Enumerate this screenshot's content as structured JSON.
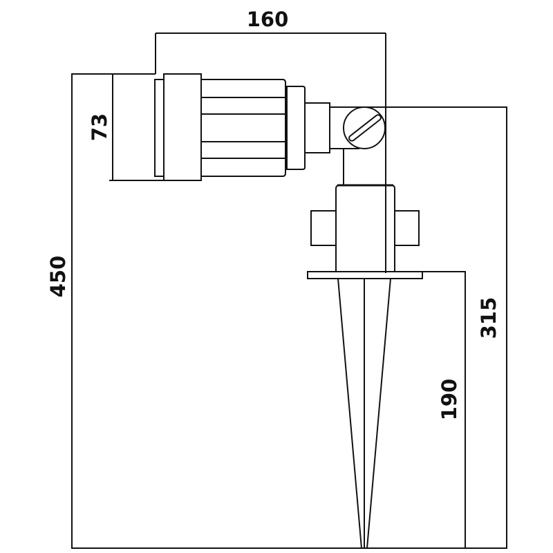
{
  "title": "Spike spotlight dimension drawing",
  "dimensions": {
    "width_top": "160",
    "head_height": "73",
    "total_height": "450",
    "height_to_joint": "315",
    "spike_length": "190"
  },
  "colors": {
    "line": "#111111",
    "background": "#ffffff"
  }
}
